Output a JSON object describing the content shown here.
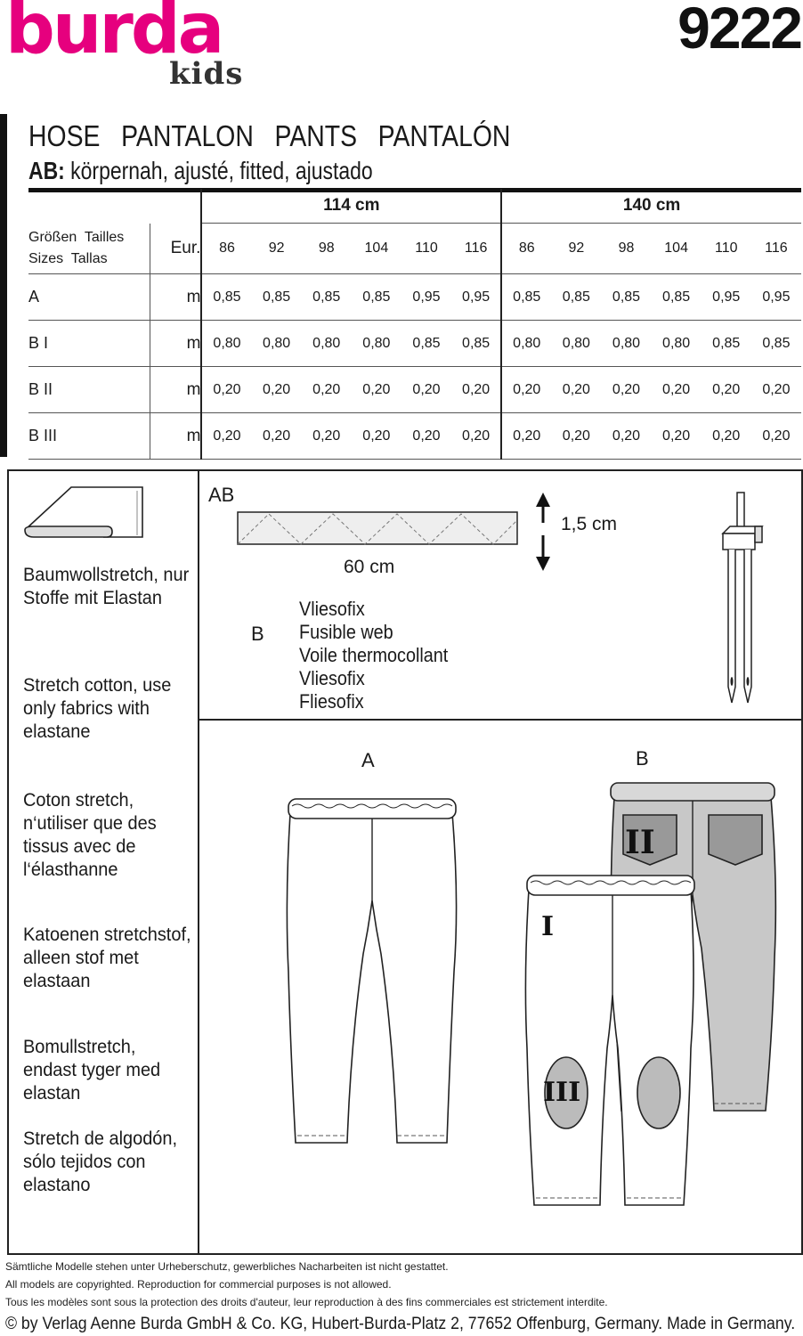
{
  "brand": {
    "logo": "burda",
    "sub": "kids",
    "pattern_number": "9222"
  },
  "title": "HOSE   PANTALON   PANTS   PANTALÓN",
  "subtitle_label": "AB:",
  "subtitle_text": " körpernah, ajusté, fitted, ajustado",
  "table": {
    "groups": [
      "114 cm",
      "140 cm"
    ],
    "size_label_line1": "Größen  Tailles",
    "size_label_line2": "Sizes  Tallas",
    "eur": "Eur.",
    "sizes": [
      "86",
      "92",
      "98",
      "104",
      "110",
      "116",
      "86",
      "92",
      "98",
      "104",
      "110",
      "116"
    ],
    "rows": [
      {
        "label": "A",
        "unit": "m",
        "values": [
          "0,85",
          "0,85",
          "0,85",
          "0,85",
          "0,95",
          "0,95",
          "0,85",
          "0,85",
          "0,85",
          "0,85",
          "0,95",
          "0,95"
        ]
      },
      {
        "label": "B I",
        "unit": "m",
        "values": [
          "0,80",
          "0,80",
          "0,80",
          "0,80",
          "0,85",
          "0,85",
          "0,80",
          "0,80",
          "0,80",
          "0,80",
          "0,85",
          "0,85"
        ]
      },
      {
        "label": "B II",
        "unit": "m",
        "values": [
          "0,20",
          "0,20",
          "0,20",
          "0,20",
          "0,20",
          "0,20",
          "0,20",
          "0,20",
          "0,20",
          "0,20",
          "0,20",
          "0,20"
        ]
      },
      {
        "label": "B III",
        "unit": "m",
        "values": [
          "0,20",
          "0,20",
          "0,20",
          "0,20",
          "0,20",
          "0,20",
          "0,20",
          "0,20",
          "0,20",
          "0,20",
          "0,20",
          "0,20"
        ]
      }
    ]
  },
  "fabrics": [
    "Baumwollstretch, nur Stoffe mit Elastan",
    "Stretch cotton, use only fabrics with elastane",
    "Coton stretch, n‘utiliser que des tissus avec de l‘élasthanne",
    "Katoenen stretchstof, alleen stof met elastaan",
    "Bomullstretch, endast tyger med elastan",
    "Stretch de algodón, sólo tejidos con elastano"
  ],
  "notions": {
    "ab_label": "AB",
    "elastic_length": "60 cm",
    "elastic_width": "1,5 cm",
    "b_label": "B",
    "fusible": [
      "Vliesofix",
      "Fusible web",
      "Voile thermocollant",
      "Vliesofix",
      "Fliesofix"
    ]
  },
  "views": {
    "a": "A",
    "b": "B",
    "roman1": "I",
    "roman2": "II",
    "roman3": "III"
  },
  "copyright": [
    "Sämtliche Modelle stehen unter Urheberschutz, gewerbliches Nacharbeiten ist nicht gestattet.",
    "All models are copyrighted. Reproduction for commercial purposes is not allowed.",
    "Tous les modèles sont sous la protection des droits d'auteur, leur reproduction à des fins commerciales est strictement interdite."
  ],
  "publisher": "© by Verlag Aenne Burda GmbH & Co. KG, Hubert-Burda-Platz 2, 77652 Offenburg, Germany. Made in Germany."
}
